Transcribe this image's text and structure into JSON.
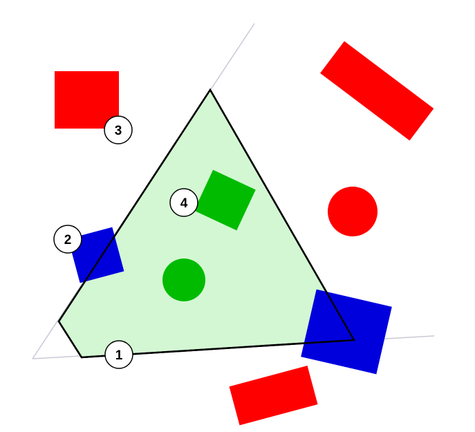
{
  "colors": {
    "background": "#ffffff",
    "region_fill": "#d3f7d3",
    "region_stroke": "#000000",
    "guide_line": "#c9c9d6",
    "red": "#ff0000",
    "green": "#00bb00",
    "blue": "#0000dd",
    "marker_fill": "#ffffff",
    "marker_stroke": "#000000"
  },
  "markers": [
    {
      "id": "1",
      "label": "1"
    },
    {
      "id": "2",
      "label": "2"
    },
    {
      "id": "3",
      "label": "3"
    },
    {
      "id": "4",
      "label": "4"
    }
  ],
  "shapes": [
    {
      "id": "red-square-top-left",
      "kind": "rect",
      "color": "red",
      "inside_region": false
    },
    {
      "id": "red-bar-top-right",
      "kind": "rect",
      "color": "red",
      "inside_region": false
    },
    {
      "id": "red-circle-right",
      "kind": "circle",
      "color": "red",
      "inside_region": false
    },
    {
      "id": "red-bar-bottom",
      "kind": "rect",
      "color": "red",
      "inside_region": false
    },
    {
      "id": "green-square-center",
      "kind": "rect",
      "color": "green",
      "inside_region": true
    },
    {
      "id": "green-circle-center",
      "kind": "circle",
      "color": "green",
      "inside_region": true
    },
    {
      "id": "blue-square-left",
      "kind": "rect",
      "color": "blue",
      "inside_region": "partial"
    },
    {
      "id": "blue-square-bottom-right",
      "kind": "rect",
      "color": "blue",
      "inside_region": "partial"
    }
  ]
}
